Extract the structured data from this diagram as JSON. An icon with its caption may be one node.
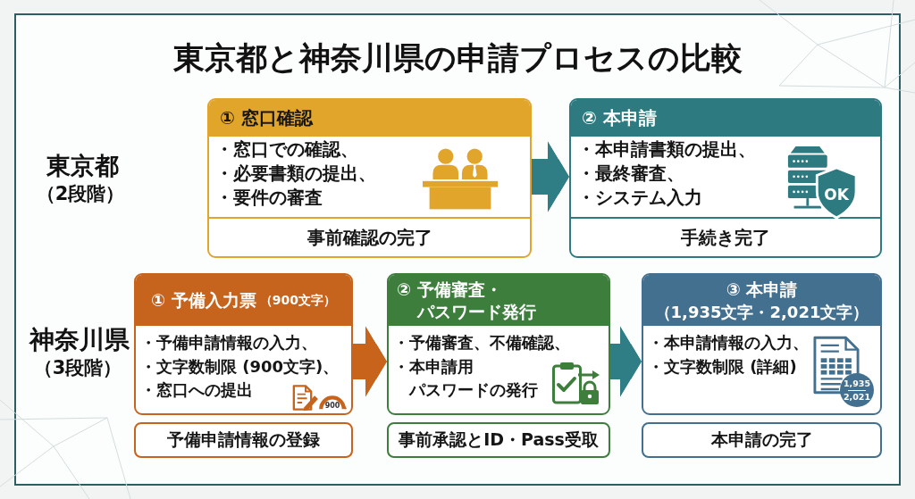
{
  "diagram": {
    "title": "東京都と神奈川県の申請プロセスの比較",
    "nodes": [
      {
        "text": [
          "① 窓口確認",
          "・窓口での確認、",
          "・必要書類の提出、",
          "・要件の審査",
          "事前確認の完了"
        ]
      },
      {
        "text": [
          "② 本申請",
          "・本申請書類の提出、",
          "・最終審査、",
          "・システム入力",
          "手続き完了"
        ]
      },
      {
        "text": [
          "① 予備入力票",
          "（900文字）",
          "・予備申請情報の入力、",
          "・文字数制限 (900文字)、",
          "・窓口への提出"
        ]
      },
      {
        "text": [
          "予備申請情報の登録"
        ]
      },
      {
        "text": [
          "② 予備審査・パスワード発行",
          "・予備審査、不備確認、",
          "・本申請用パスワードの発行"
        ]
      },
      {
        "text": [
          "事前承認とID・Pass受取"
        ]
      },
      {
        "text": [
          "③ 本申請",
          "（1,935文字・2,021文字）",
          "・本申請情報の入力、",
          "・文字数制限 (詳細)"
        ]
      },
      {
        "text": [
          "本申請の完了"
        ]
      }
    ],
    "edges": [
      {
        "from": 0,
        "to": 1,
        "arrow": "to"
      },
      {
        "from": 2,
        "to": 4,
        "arrow": "to",
        "color": "#c8631c"
      },
      {
        "from": 4,
        "to": 6,
        "arrow": "to"
      }
    ],
    "labels": [
      "東京都",
      "（2段階）",
      "OK",
      "神奈川県",
      "（3段階）",
      "900",
      "1,935",
      "2,021"
    ]
  }
}
